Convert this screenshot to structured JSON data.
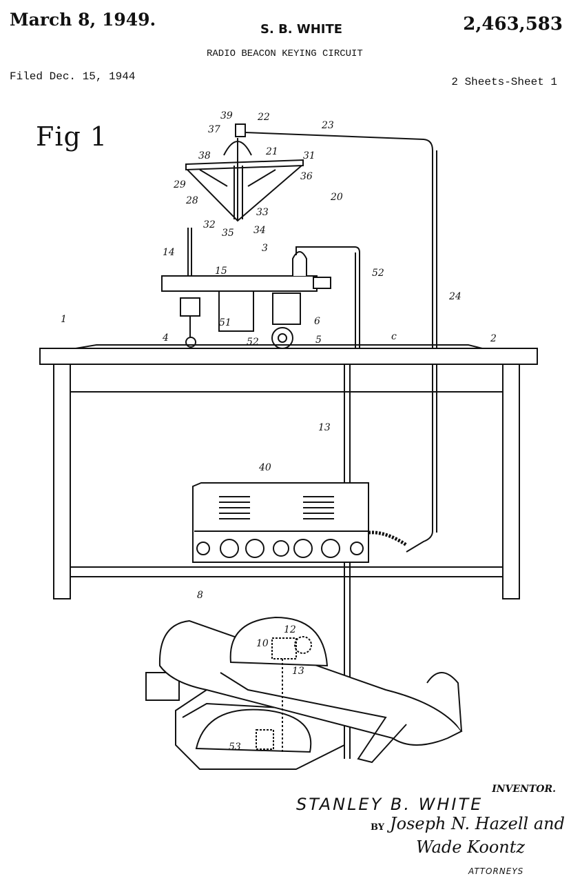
{
  "header": {
    "date": "March 8, 1949.",
    "inventor_name": "S. B. WHITE",
    "patent_number": "2,463,583",
    "title": "RADIO BEACON KEYING CIRCUIT",
    "filed": "Filed Dec. 15, 1944",
    "sheets": "2 Sheets-Sheet 1"
  },
  "figure": {
    "label": "Fig 1",
    "reference_numerals": [
      "39",
      "22",
      "23",
      "37",
      "21",
      "31",
      "38",
      "36",
      "29",
      "20",
      "28",
      "33",
      "32",
      "35",
      "34",
      "14",
      "15",
      "3",
      "52",
      "24",
      "51",
      "52",
      "6",
      "5",
      "4",
      "1",
      "c",
      "2",
      "13",
      "40",
      "8",
      "12",
      "10",
      "13",
      "53"
    ]
  },
  "signature": {
    "inventor_label": "INVENTOR.",
    "inventor": "STANLEY B. WHITE",
    "by": "BY",
    "attorney1": "Joseph N. Hazell and",
    "attorney2": "Wade Koontz",
    "attorneys_label": "ATTORNEYS"
  }
}
